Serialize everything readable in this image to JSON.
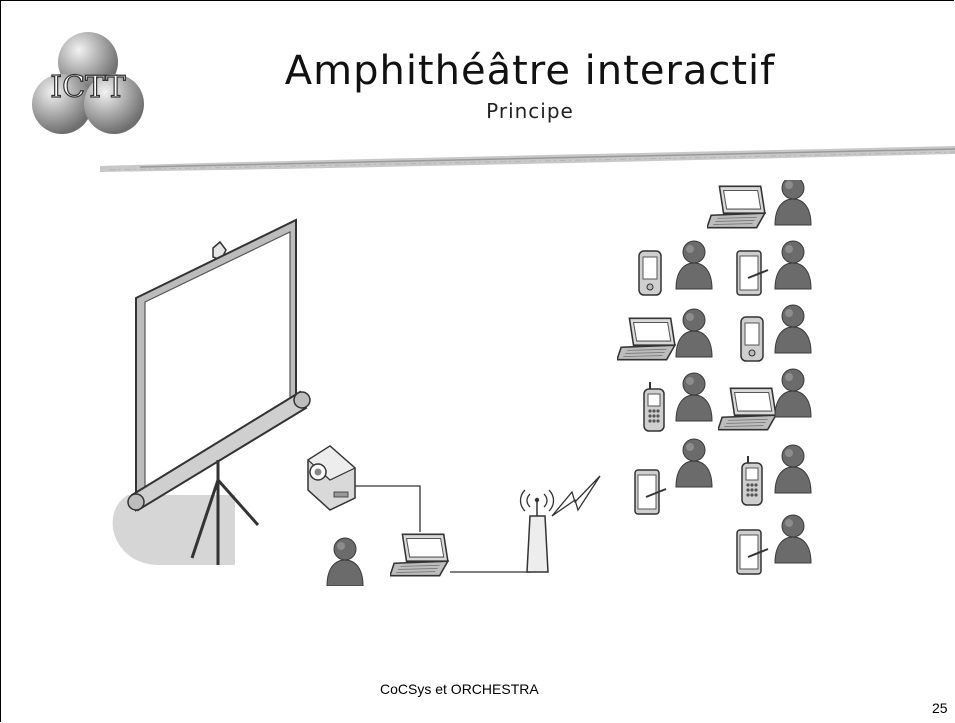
{
  "slide": {
    "logo_text": "ICTT",
    "title": "Amphithéâtre interactif",
    "subtitle": "Principe",
    "footer": "CoCSys et ORCHESTRA",
    "page_number": "25"
  },
  "diagram": {
    "student_devices": [
      "laptop",
      "pda",
      "tablet",
      "laptop",
      "pda",
      "phone",
      "laptop",
      "tablet",
      "phone",
      "tablet"
    ]
  }
}
